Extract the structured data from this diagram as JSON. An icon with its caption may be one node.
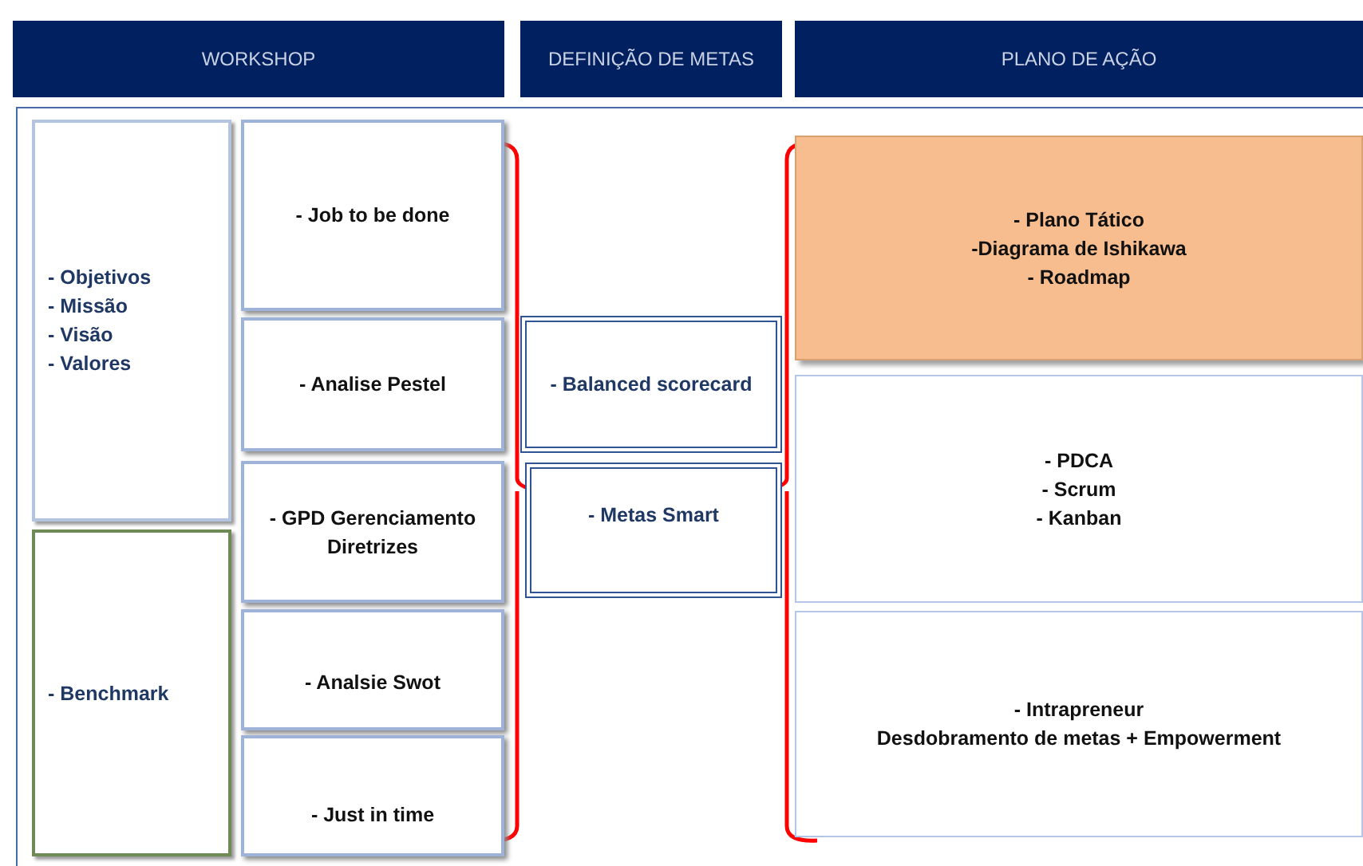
{
  "diagram": {
    "nodes": [
      {
        "text": [
          "WORKSHOP"
        ]
      },
      {
        "text": [
          "DEFINIÇÃO DE METAS"
        ]
      },
      {
        "text": [
          "PLANO DE AÇÃO"
        ]
      },
      {
        "text": [
          "- Objetivos",
          "- Missão",
          "- Visão",
          "- Valores"
        ]
      },
      {
        "text": [
          "- Benchmark"
        ]
      },
      {
        "text": [
          "- Job to be done"
        ]
      },
      {
        "text": [
          "- Analise Pestel"
        ]
      },
      {
        "text": [
          "- GPD Gerenciamento Diretrizes"
        ]
      },
      {
        "text": [
          "- Analsie Swot"
        ]
      },
      {
        "text": [
          "- Just in time"
        ]
      },
      {
        "text": [
          "- Balanced scorecard"
        ]
      },
      {
        "text": [
          "- Metas Smart"
        ]
      },
      {
        "text": [
          "- Plano Tático",
          "-Diagrama de Ishikawa",
          "- Roadmap"
        ]
      },
      {
        "text": [
          "- PDCA",
          "- Scrum",
          "- Kanban"
        ]
      },
      {
        "text": [
          "- Intrapreneur",
          "Desdobramento de metas + Empowerment"
        ]
      }
    ]
  }
}
